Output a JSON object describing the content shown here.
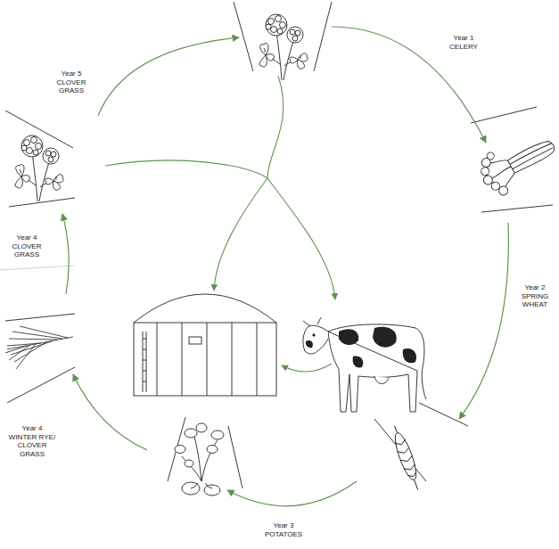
{
  "diagram": {
    "labels": [
      "Year 1 CELERY",
      "Year 2 SPRING WHEAT",
      "Year 3 POTATOES",
      "Year 4 WINTER RYE/ CLOVER GRASS",
      "Year 4 CLOVER GRASS",
      "Year 5 CLOVER GRASS"
    ]
  }
}
